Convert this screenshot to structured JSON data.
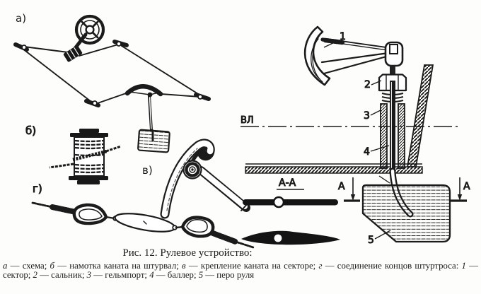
{
  "figure": {
    "part_labels": {
      "a": "а)",
      "b": "б)",
      "v": "в)",
      "g": "г)"
    },
    "callouts": {
      "n1": "1",
      "n2": "2",
      "n3": "3",
      "n4": "4",
      "n5": "5"
    },
    "waterline_label": "ВЛ",
    "section_label": "А-А",
    "section_arrow_label": "А"
  },
  "caption": {
    "title": "Рис. 12. Рулевое устройство:",
    "dash": " — ",
    "legend": [
      {
        "key": "а",
        "desc": "схема",
        "sep": "; "
      },
      {
        "key": "б",
        "desc": "намотка каната на штурвал",
        "sep": "; "
      },
      {
        "key": "в",
        "desc": "крепление каната на секторе",
        "sep": "; "
      },
      {
        "key": "г",
        "desc": "соединение концов штуртроса",
        "sep": ": "
      },
      {
        "key": "1",
        "desc": "сектор",
        "sep": "; "
      },
      {
        "key": "2",
        "desc": "сальник",
        "sep": "; "
      },
      {
        "key": "3",
        "desc": "гельмпорт",
        "sep": "; "
      },
      {
        "key": "4",
        "desc": "баллер",
        "sep": "; "
      },
      {
        "key": "5",
        "desc": "перо руля",
        "sep": ""
      }
    ]
  },
  "colors": {
    "ink": "#1b1b1b",
    "paper": "#fdfdfb"
  }
}
